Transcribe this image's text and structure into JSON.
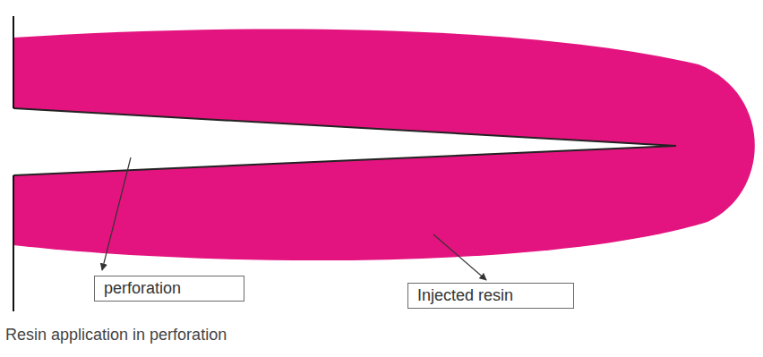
{
  "diagram": {
    "caption": "Resin application in perforation",
    "nodes": [
      {
        "text": [
          "perforation"
        ]
      },
      {
        "text": [
          "Injected resin"
        ]
      }
    ]
  }
}
